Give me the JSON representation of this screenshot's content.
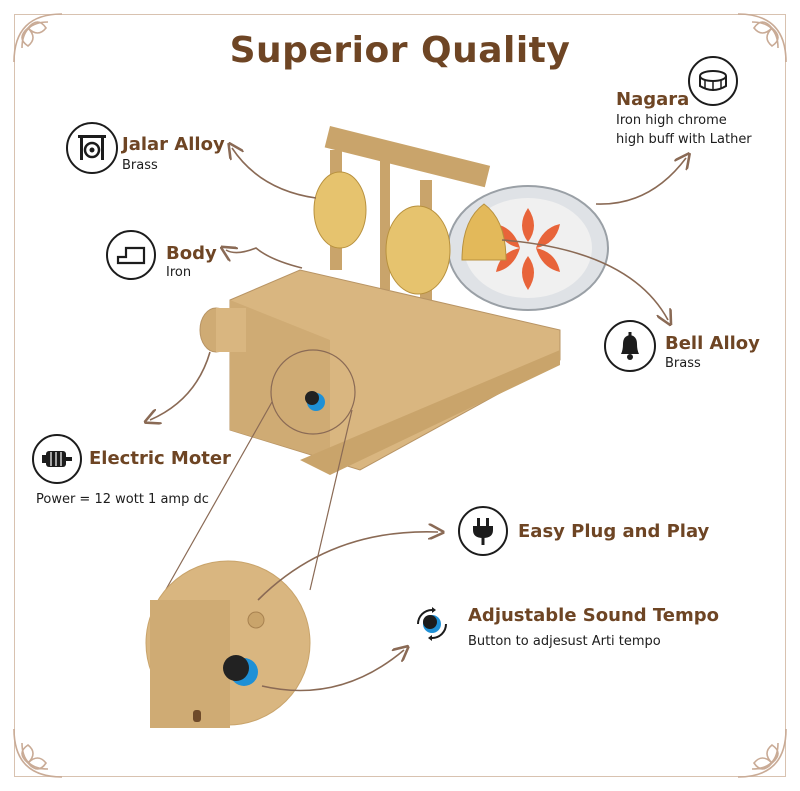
{
  "title": "Superior Quality",
  "features": {
    "jalar": {
      "title": "Jalar Alloy",
      "sub": "Brass",
      "icon": "gong-icon"
    },
    "body": {
      "title": "Body",
      "sub": "Iron",
      "icon": "body-frame-icon"
    },
    "motor": {
      "title": "Electric Moter",
      "sub": "Power = 12 wott 1 amp dc",
      "icon": "motor-icon"
    },
    "nagara": {
      "title": "Nagara",
      "sub1": "Iron high chrome",
      "sub2": "high buff with Lather",
      "icon": "drum-icon"
    },
    "bell": {
      "title": "Bell Alloy",
      "sub": "Brass",
      "icon": "bell-icon"
    },
    "plug": {
      "title": "Easy Plug and Play",
      "icon": "plug-icon"
    },
    "tempo": {
      "title": "Adjustable Sound Tempo",
      "sub": "Button to adjesust Arti tempo",
      "icon": "tempo-knob-icon"
    }
  },
  "colors": {
    "heading": "#6e4524",
    "text": "#1c1c1c",
    "arrow": "#8a6a55",
    "frame": "#d8c2b0",
    "gold": "#d9b680",
    "knob": "#1e90d6"
  }
}
